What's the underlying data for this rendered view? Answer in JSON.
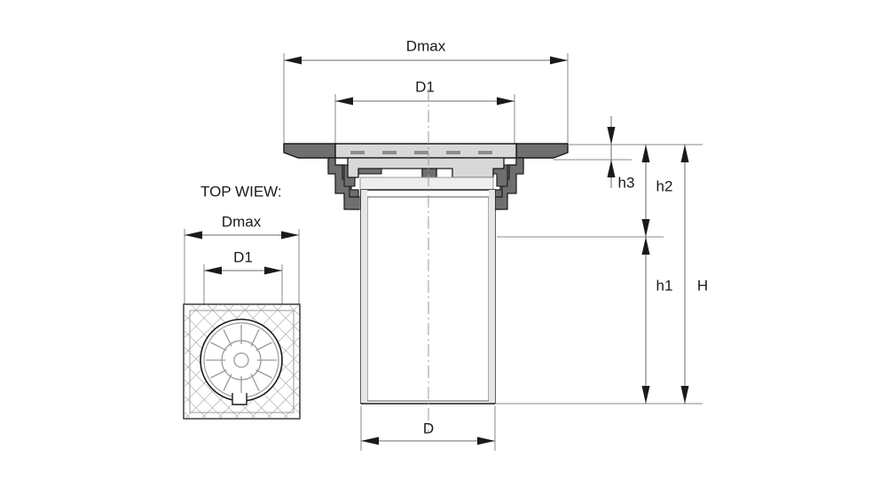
{
  "drawing": {
    "title_labels": {
      "top_view": "TOP WIEW:"
    },
    "dimensions": {
      "dmax_main": "Dmax",
      "d1_main": "D1",
      "d_bottom": "D",
      "h3": "h3",
      "h2": "h2",
      "h1": "h1",
      "h_total": "H",
      "dmax_top": "Dmax",
      "d1_top": "D1"
    },
    "colors": {
      "background": "#ffffff",
      "outline": "#1a1a1a",
      "dimension_line": "#6b6b6b",
      "extension_line": "#8a8a8a",
      "hatch": "#9a9a9a",
      "body_fill_dark": "#6f6f6f",
      "body_fill_light": "#d8d8d8",
      "text": "#1a1a1a"
    },
    "parts": {
      "flange_label": "flange-plate",
      "grate_label": "grate-insert",
      "pipe_label": "outlet-pipe",
      "top_view_square_label": "top-view-square-plate",
      "top_view_circle_label": "top-view-round-grate"
    }
  }
}
